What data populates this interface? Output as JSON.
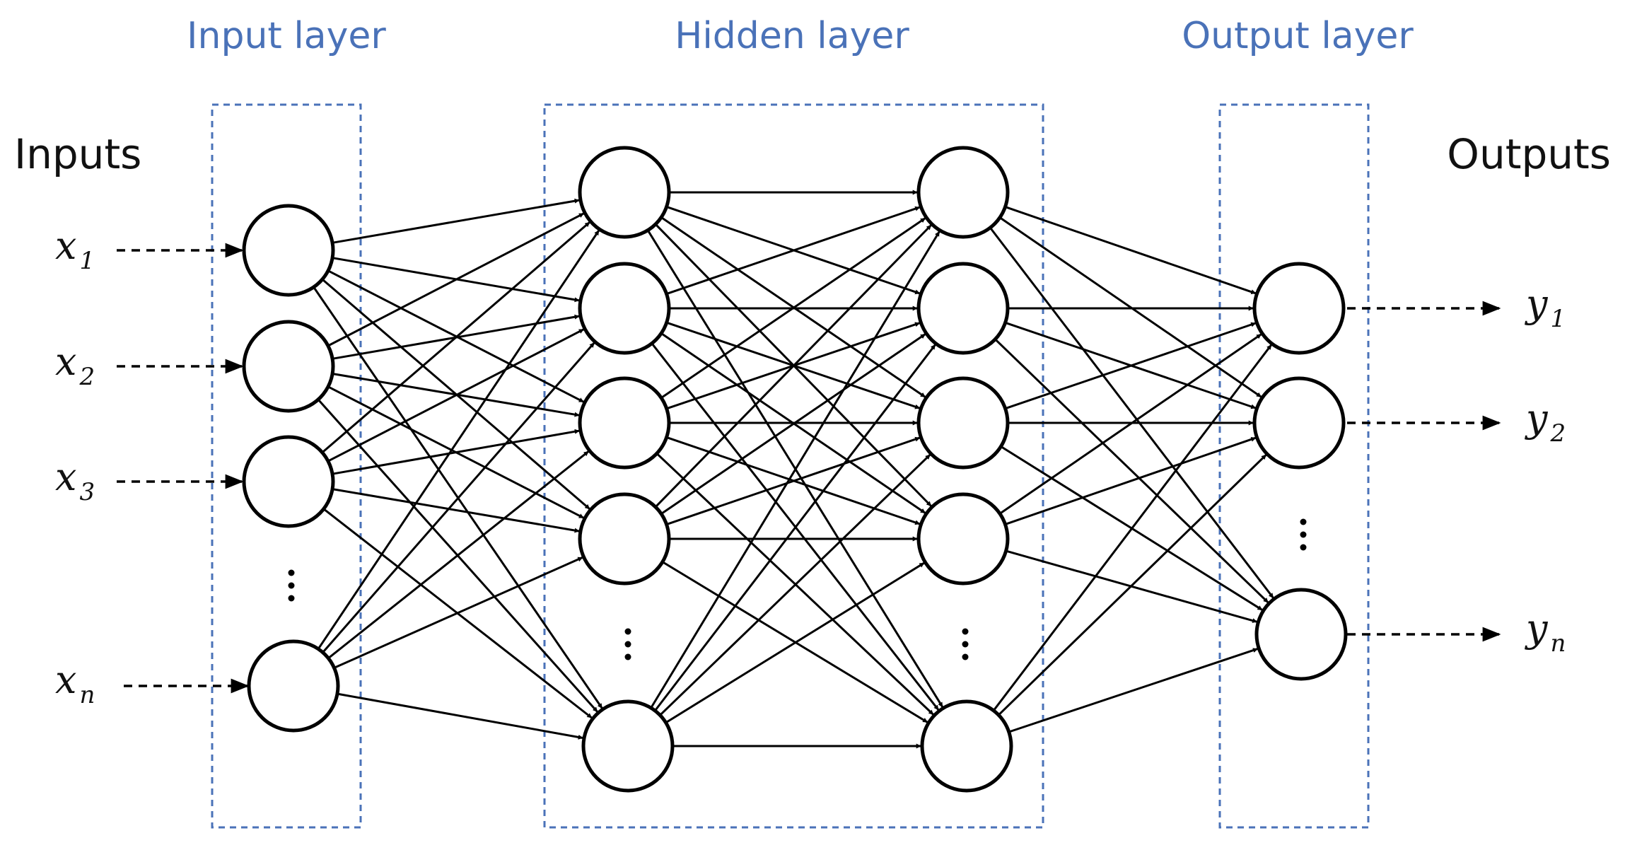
{
  "layers": {
    "input": "Input layer",
    "hidden": "Hidden layer",
    "output": "Output layer"
  },
  "side_labels": {
    "inputs": "Inputs",
    "outputs": "Outputs"
  },
  "inputs": [
    {
      "base": "x",
      "sub": "1"
    },
    {
      "base": "x",
      "sub": "2"
    },
    {
      "base": "x",
      "sub": "3"
    },
    {
      "base": "x",
      "sub": "n"
    }
  ],
  "outputs": [
    {
      "base": "y",
      "sub": "1"
    },
    {
      "base": "y",
      "sub": "2"
    },
    {
      "base": "y",
      "sub": "n"
    }
  ],
  "colors": {
    "layer_title": "#4a72b8",
    "box_border": "#4a72b8",
    "edges": "#000000",
    "nodes": "#000000"
  }
}
